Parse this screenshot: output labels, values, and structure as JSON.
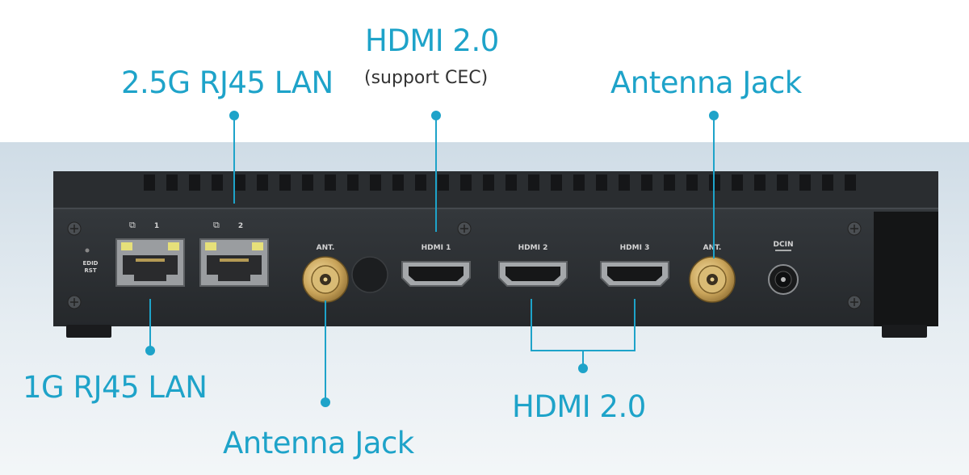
{
  "callouts": {
    "lan_2_5g": "2.5G RJ45 LAN",
    "hdmi_top": "HDMI 2.0",
    "hdmi_top_note": "(support CEC)",
    "antenna_top": "Antenna Jack",
    "lan_1g": "1G RJ45 LAN",
    "antenna_bottom": "Antenna Jack",
    "hdmi_bottom": "HDMI 2.0"
  },
  "port_labels": {
    "lan1": "1",
    "lan2": "2",
    "edid_line1": "EDID",
    "edid_line2": "RST",
    "ant_left": "ANT.",
    "hdmi1": "HDMI 1",
    "hdmi2": "HDMI 2",
    "hdmi3": "HDMI 3",
    "ant_right": "ANT.",
    "dcin": "DCIN"
  },
  "colors": {
    "accent": "#1ea3c9",
    "device_body": "#2c2f33",
    "gold_connector": "#c9a45a"
  }
}
